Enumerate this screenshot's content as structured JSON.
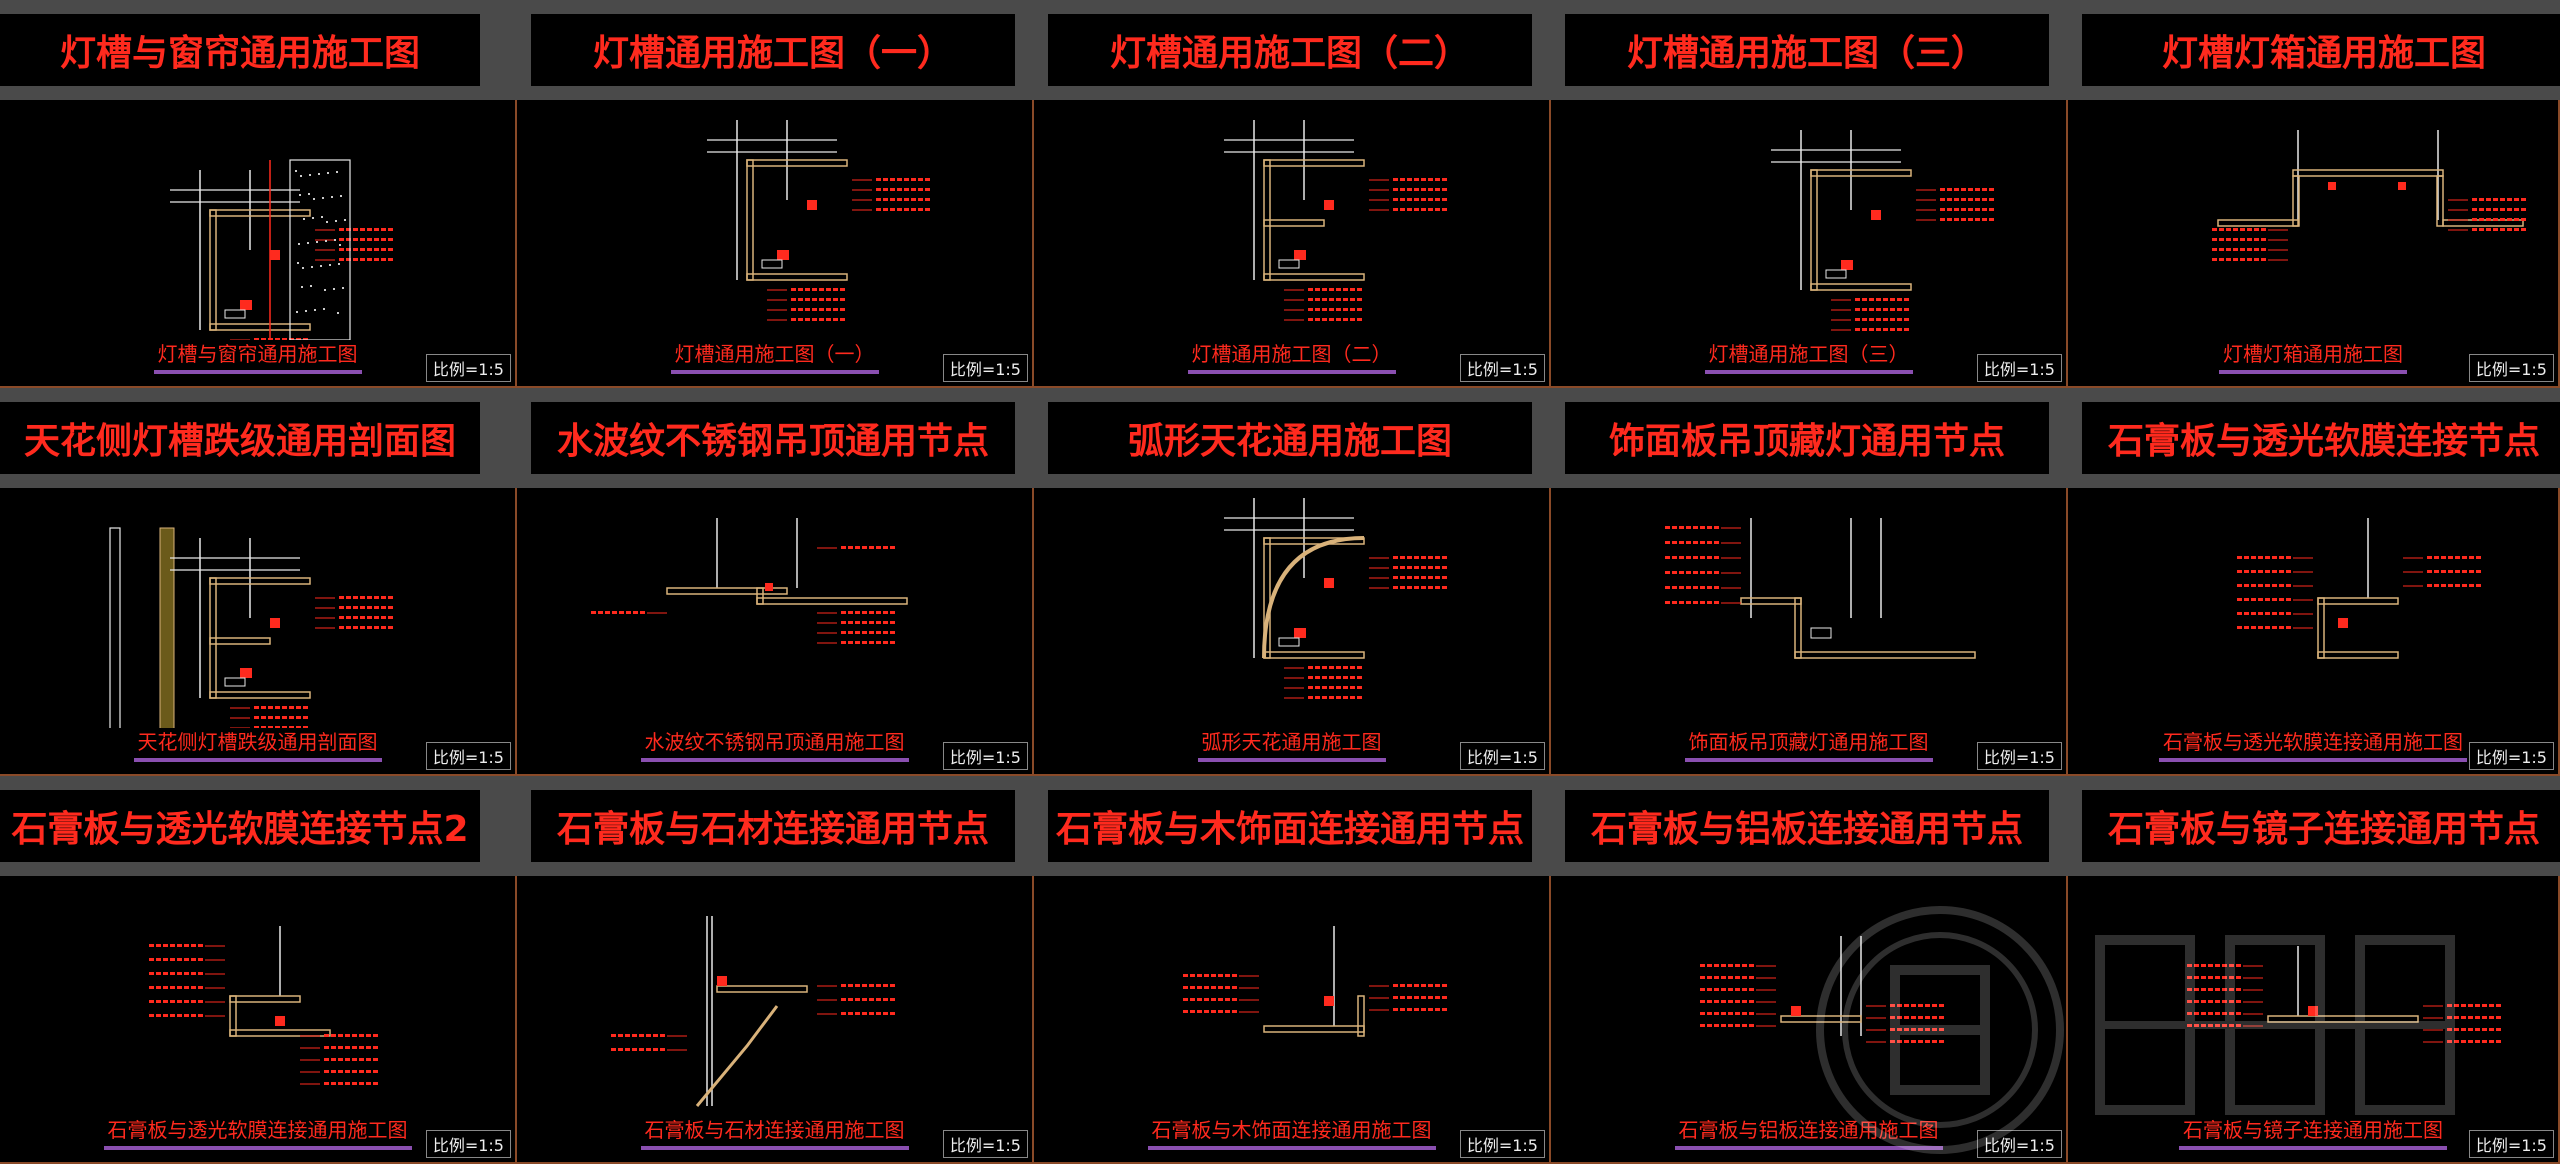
{
  "panels": [
    {
      "title": "灯槽与窗帘通用施工图",
      "caption": "灯槽与窗帘通用施工图",
      "scale": "比例=1:5",
      "drawing": "window-cove"
    },
    {
      "title": "灯槽通用施工图（一）",
      "caption": "灯槽通用施工图（一）",
      "scale": "比例=1:5",
      "drawing": "cove-1"
    },
    {
      "title": "灯槽通用施工图（二）",
      "caption": "灯槽通用施工图（二）",
      "scale": "比例=1:5",
      "drawing": "cove-2"
    },
    {
      "title": "灯槽通用施工图（三）",
      "caption": "灯槽通用施工图（三）",
      "scale": "比例=1:5",
      "drawing": "cove-3"
    },
    {
      "title": "灯槽灯箱通用施工图",
      "caption": "灯槽灯箱通用施工图",
      "scale": "比例=1:5",
      "drawing": "lightbox"
    },
    {
      "title": "天花侧灯槽跌级通用剖面图",
      "caption": "天花侧灯槽跌级通用剖面图",
      "scale": "比例=1:5",
      "drawing": "stepped"
    },
    {
      "title": "水波纹不锈钢吊顶通用节点",
      "caption": "水波纹不锈钢吊顶通用施工图",
      "scale": "比例=1:5",
      "drawing": "steel"
    },
    {
      "title": "弧形天花通用施工图",
      "caption": "弧形天花通用施工图",
      "scale": "比例=1:5",
      "drawing": "arc"
    },
    {
      "title": "饰面板吊顶藏灯通用节点",
      "caption": "饰面板吊顶藏灯通用施工图",
      "scale": "比例=1:5",
      "drawing": "panel-light"
    },
    {
      "title": "石膏板与透光软膜连接节点",
      "caption": "石膏板与透光软膜连接通用施工图",
      "scale": "比例=1:5",
      "drawing": "film-1"
    },
    {
      "title": "石膏板与透光软膜连接节点2",
      "caption": "石膏板与透光软膜连接通用施工图",
      "scale": "比例=1:5",
      "drawing": "film-2"
    },
    {
      "title": "石膏板与石材连接通用节点",
      "caption": "石膏板与石材连接通用施工图",
      "scale": "比例=1:5",
      "drawing": "stone"
    },
    {
      "title": "石膏板与木饰面连接通用节点",
      "caption": "石膏板与木饰面连接通用施工图",
      "scale": "比例=1:5",
      "drawing": "wood"
    },
    {
      "title": "石膏板与铝板连接通用节点",
      "caption": "石膏板与铝板连接通用施工图",
      "scale": "比例=1:5",
      "drawing": "aluminum"
    },
    {
      "title": "石膏板与镜子连接通用节点",
      "caption": "石膏板与镜子连接通用施工图",
      "scale": "比例=1:5",
      "drawing": "mirror"
    }
  ],
  "colors": {
    "title_text": "#ff2a1e",
    "header_band": "#4a4a4a",
    "cell_border": "#8a4a28",
    "caption_underline": "#8a4fb0",
    "line_white": "#e8e8e8",
    "line_red": "#ff2a1e",
    "line_tan": "#d9b27a"
  },
  "watermark": "seal-logo"
}
